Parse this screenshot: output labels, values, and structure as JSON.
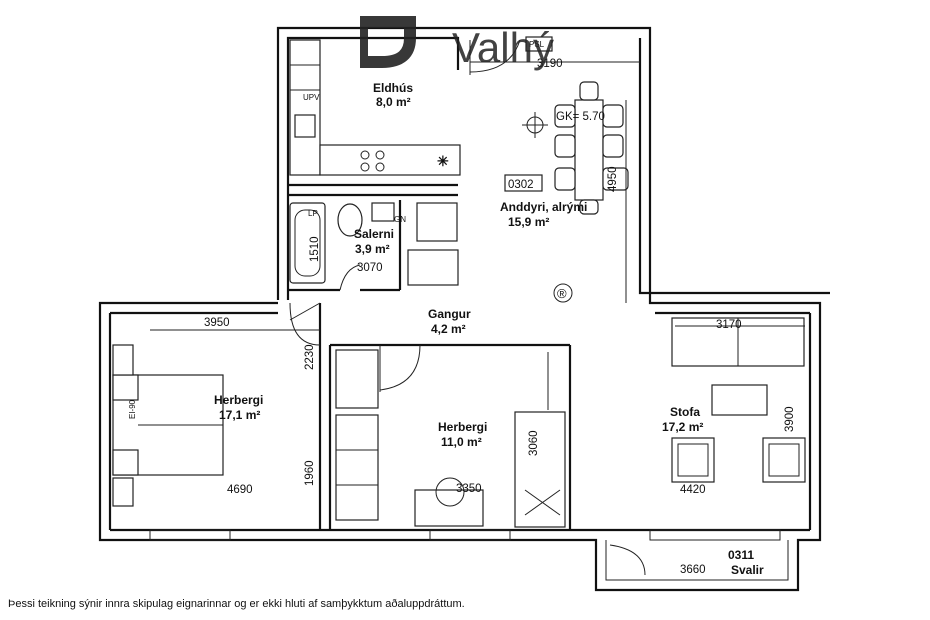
{
  "brand": {
    "name": "Valhý",
    "color": "#222222"
  },
  "unit_number": "0302",
  "balcony_number": "0311",
  "rooms": {
    "kitchen": {
      "name": "Eldhús",
      "area": "8,0 m²"
    },
    "entry": {
      "name": "Anddyri, alrými",
      "area": "15,9 m²"
    },
    "wc": {
      "name": "Salerni",
      "area": "3,9 m²"
    },
    "hall": {
      "name": "Gangur",
      "area": "4,2 m²"
    },
    "bed1": {
      "name": "Herbergi",
      "area": "17,1 m²"
    },
    "bed2": {
      "name": "Herbergi",
      "area": "11,0 m²"
    },
    "living": {
      "name": "Stofa",
      "area": "17,2 m²"
    },
    "balcony": {
      "name": "Svalir"
    }
  },
  "dimensions": {
    "d3190": "3190",
    "d4950": "4950",
    "d1510": "1510",
    "d3070": "3070",
    "d3950": "3950",
    "d2230": "2230",
    "d4690": "4690",
    "d1960": "1960",
    "d3060": "3060",
    "d3350": "3350",
    "d3170": "3170",
    "d3900": "3900",
    "d4420": "4420",
    "d3660": "3660"
  },
  "annotations": {
    "gk": "GK= 5.70",
    "psl": "PSL",
    "upv": "UPV",
    "lp": "LP",
    "gn": "GN",
    "eigs": "EI-90",
    "registered": "®"
  },
  "disclaimer": "Þessi teikning sýnir innra skipulag eignarinnar og er ekki hluti af samþykktum aðaluppdráttum."
}
